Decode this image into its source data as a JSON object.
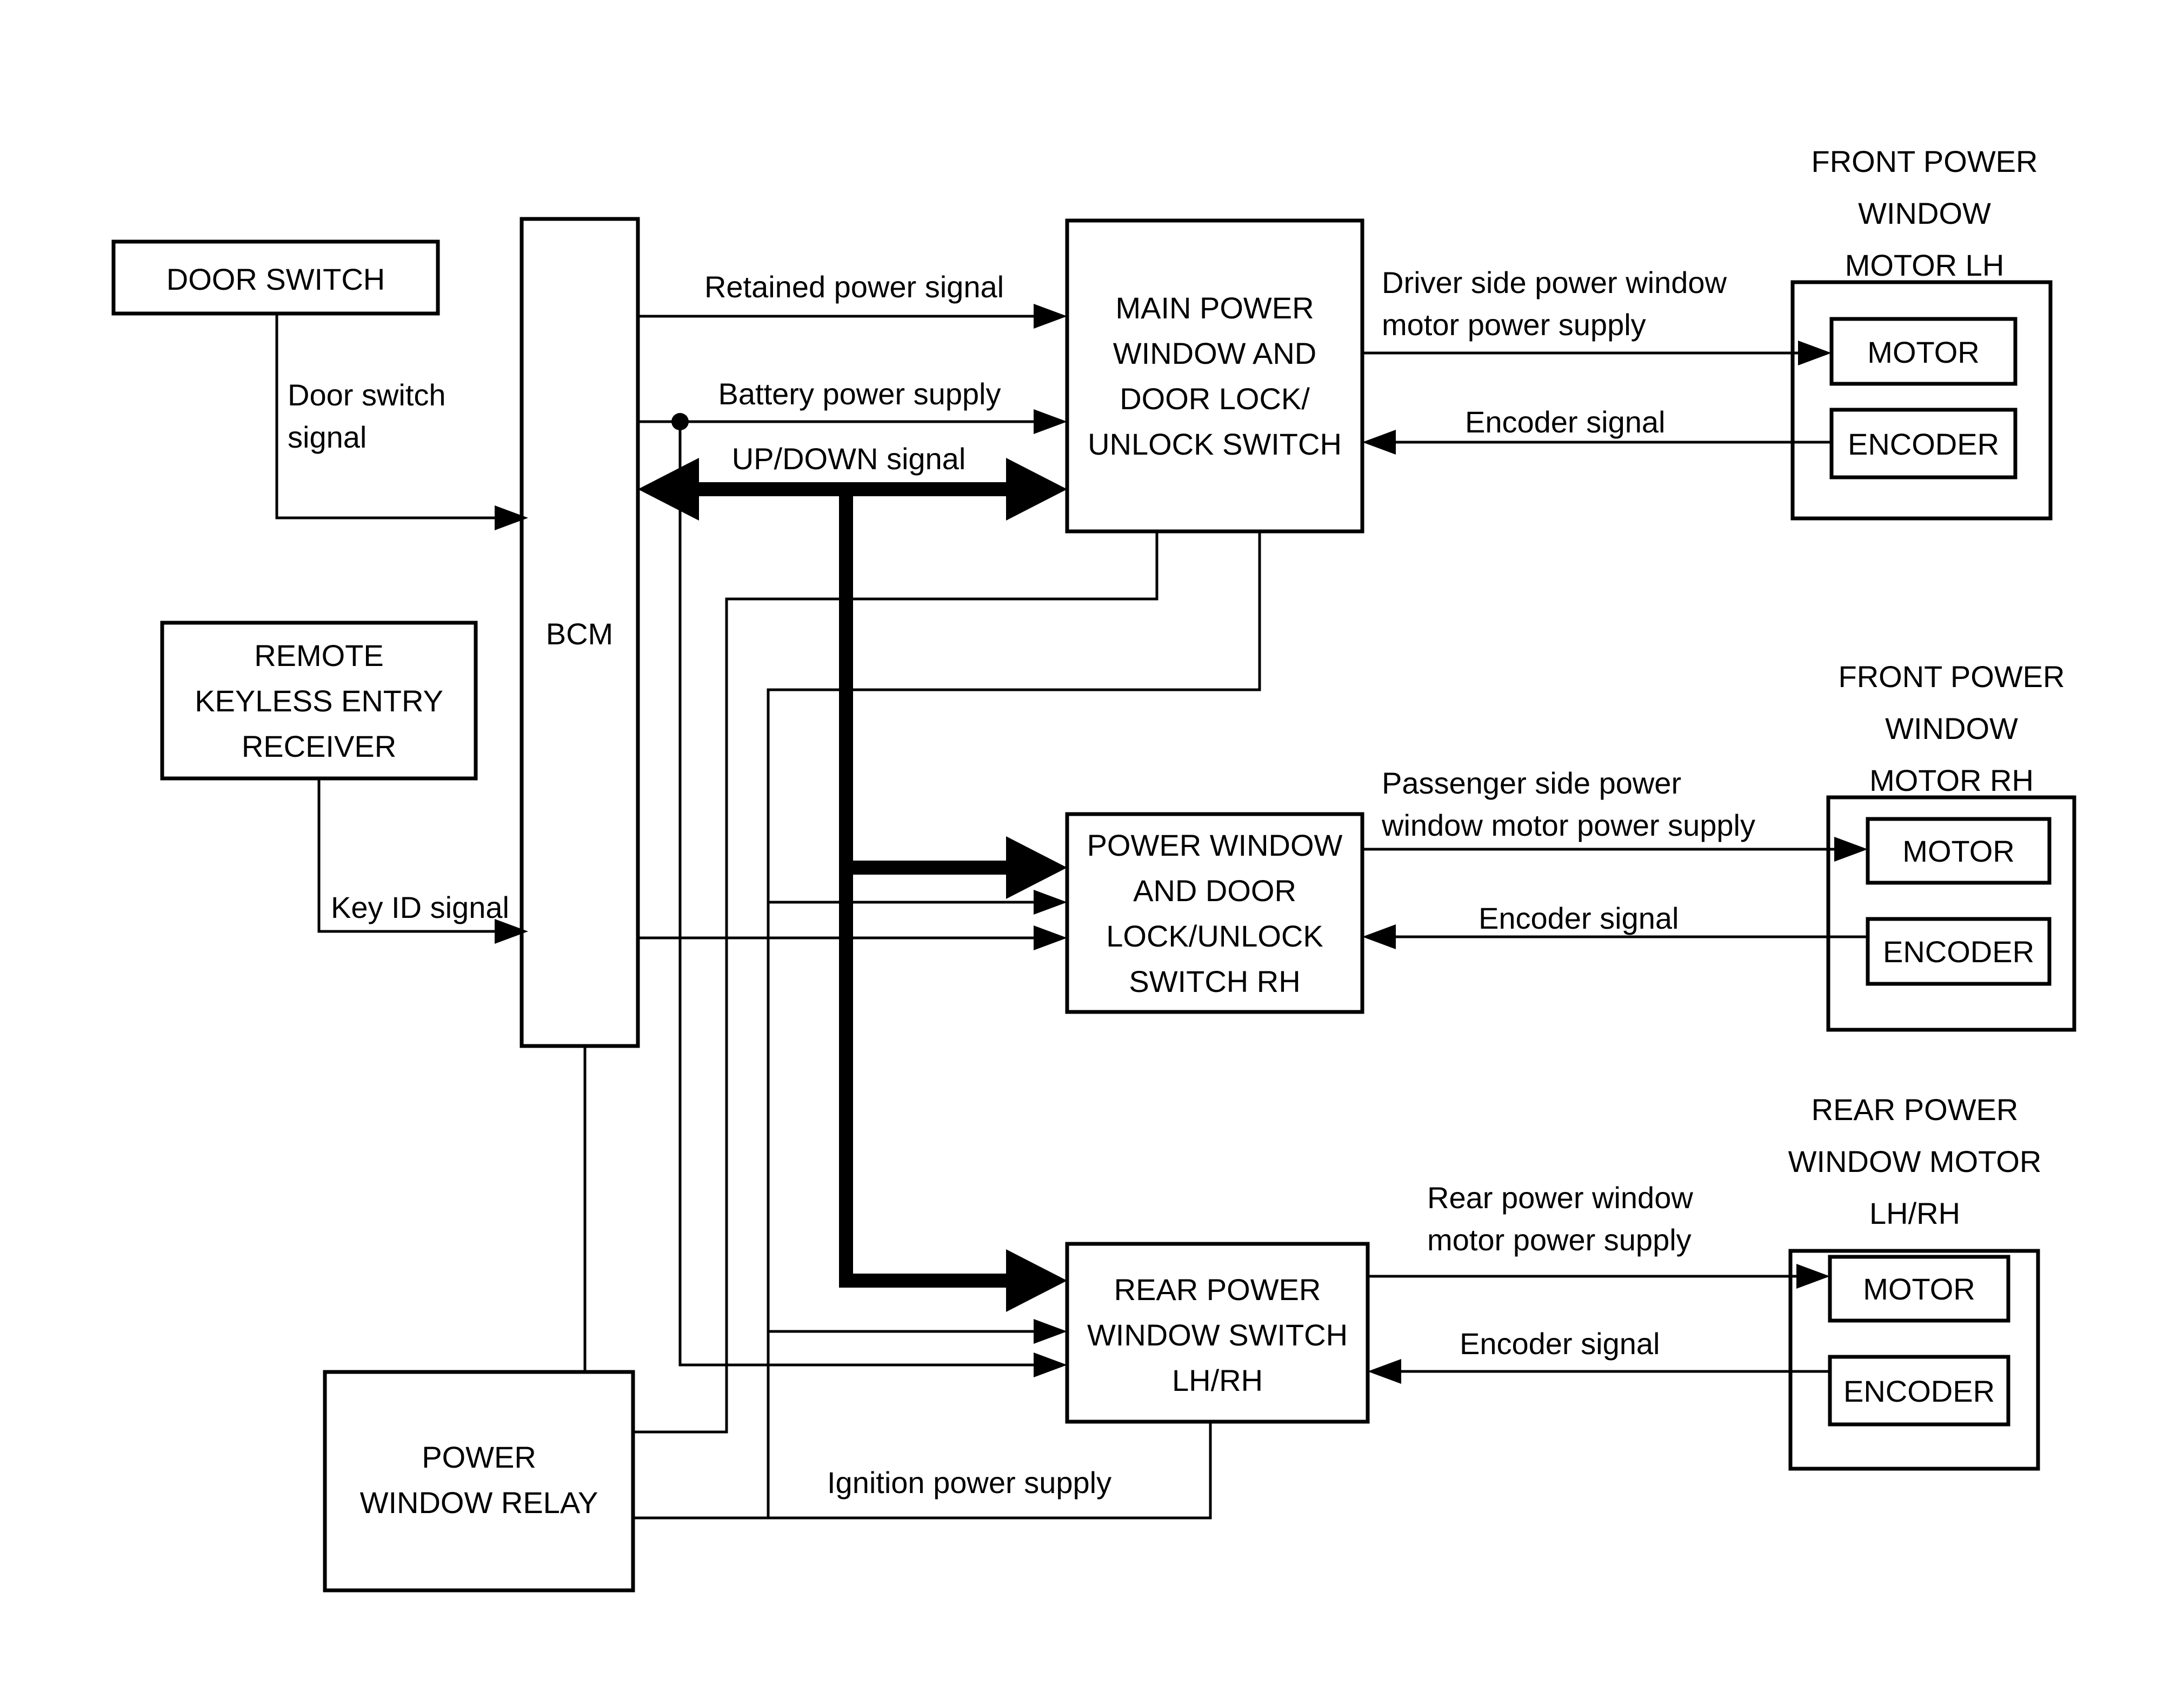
{
  "diagram": {
    "title_hint": "Power window system block diagram",
    "colors": {
      "line": "#000000",
      "text": "#000000",
      "background": "#ffffff"
    },
    "nodes": {
      "door_switch": {
        "lines": [
          "DOOR SWITCH"
        ]
      },
      "bcm": {
        "lines": [
          "BCM"
        ]
      },
      "rke": {
        "lines": [
          "REMOTE",
          "KEYLESS ENTRY",
          "RECEIVER"
        ]
      },
      "relay": {
        "lines": [
          "POWER",
          "WINDOW RELAY"
        ]
      },
      "main_sw": {
        "lines": [
          "MAIN POWER",
          "WINDOW AND",
          "DOOR LOCK/",
          "UNLOCK SWITCH"
        ]
      },
      "rh_sw": {
        "lines": [
          "POWER WINDOW",
          "AND DOOR",
          "LOCK/UNLOCK",
          "SWITCH RH"
        ]
      },
      "rear_sw": {
        "lines": [
          "REAR POWER",
          "WINDOW SWITCH",
          "LH/RH"
        ]
      },
      "lh_motor": {
        "title": [
          "FRONT POWER",
          "WINDOW",
          "MOTOR LH"
        ],
        "motor": "MOTOR",
        "encoder": "ENCODER"
      },
      "rh_motor": {
        "title": [
          "FRONT POWER",
          "WINDOW",
          "MOTOR RH"
        ],
        "motor": "MOTOR",
        "encoder": "ENCODER"
      },
      "rear_motor": {
        "title": [
          "REAR POWER",
          "WINDOW MOTOR",
          "LH/RH"
        ],
        "motor": "MOTOR",
        "encoder": "ENCODER"
      }
    },
    "labels": {
      "door_signal": [
        "Door switch",
        "signal"
      ],
      "key_id": "Key ID signal",
      "retained": "Retained power signal",
      "battery": "Battery power supply",
      "updown": "UP/DOWN signal",
      "driver_supply": [
        "Driver side power window",
        "motor power supply"
      ],
      "encoder_lh": "Encoder signal",
      "passenger_supply": [
        "Passenger side power",
        "window motor power supply"
      ],
      "encoder_rh": "Encoder signal",
      "rear_supply": [
        "Rear power window",
        "motor power supply"
      ],
      "encoder_rear": "Encoder signal",
      "ignition": "Ignition power supply"
    }
  }
}
